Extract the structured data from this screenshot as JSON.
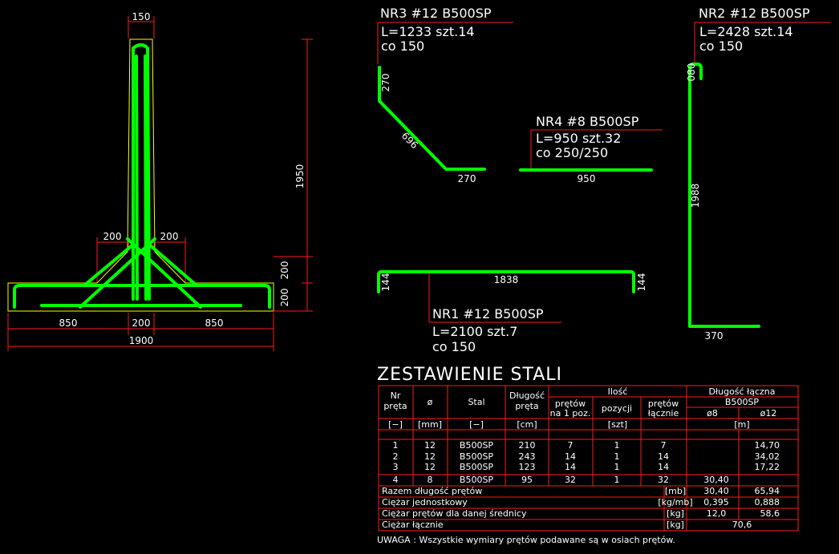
{
  "section": {
    "top_width": "150",
    "height": "1950",
    "haunch_left": "200",
    "haunch_right": "200",
    "dim_200_upper": "200",
    "dim_200_lower": "200",
    "base_left": "850",
    "base_mid": "200",
    "base_right": "850",
    "base_total": "1900"
  },
  "bars": {
    "nr3": {
      "title": "NR3   #12   B500SP",
      "line1": "L=1233   szt.14",
      "line2": "co 150",
      "dim_vert": "270",
      "dim_diag": "696",
      "dim_horiz": "270"
    },
    "nr2": {
      "title": "NR2   #12   B500SP",
      "line1": "L=2428   szt.14",
      "line2": "co 150",
      "dim_hook": "080",
      "dim_vert": "1988",
      "dim_horiz": "370"
    },
    "nr4": {
      "title": "NR4   #8   B500SP",
      "line1": "L=950   szt.32",
      "line2": "co 250/250",
      "dim_horiz": "950"
    },
    "nr1": {
      "title": "NR1   #12   B500SP",
      "line1": "L=2100   szt.7",
      "line2": "co 150",
      "dim_left": "144",
      "dim_mid": "1838",
      "dim_right": "144"
    }
  },
  "table": {
    "title": "ZESTAWIENIE  STALI",
    "h_nr": [
      "Nr",
      "pręta"
    ],
    "h_fi": "ø",
    "h_stal": "Stal",
    "h_dl": [
      "Długość",
      "pręta"
    ],
    "h_ilosc": "Ilość",
    "h_pr1": [
      "prętów",
      "na 1 poz."
    ],
    "h_poz": "pozycji",
    "h_prl": [
      "prętów",
      "łącznie"
    ],
    "h_dlugosc": "Długość łączna",
    "h_grade": "B500SP",
    "h_d8": "ø8",
    "h_d12": "ø12",
    "u_nr": "[−]",
    "u_fi": "[mm]",
    "u_stal": "[−]",
    "u_dl": "[cm]",
    "u_szt": "[szt]",
    "u_m": "[m]",
    "rows": [
      {
        "nr": "1",
        "fi": "12",
        "stal": "B500SP",
        "dl": "210",
        "n1": "7",
        "poz": "1",
        "nl": "7",
        "d8": "",
        "d12": "14,70"
      },
      {
        "nr": "2",
        "fi": "12",
        "stal": "B500SP",
        "dl": "243",
        "n1": "14",
        "poz": "1",
        "nl": "14",
        "d8": "",
        "d12": "34,02"
      },
      {
        "nr": "3",
        "fi": "12",
        "stal": "B500SP",
        "dl": "123",
        "n1": "14",
        "poz": "1",
        "nl": "14",
        "d8": "",
        "d12": "17,22"
      },
      {
        "nr": "4",
        "fi": "8",
        "stal": "B500SP",
        "dl": "95",
        "n1": "32",
        "poz": "1",
        "nl": "32",
        "d8": "30,40",
        "d12": ""
      }
    ],
    "sum_rows": [
      {
        "label": "Razem długość prętów",
        "unit": "[mb]",
        "d8": "30,40",
        "d12": "65,94"
      },
      {
        "label": "Ciężar jednostkowy",
        "unit": "[kg/mb]",
        "d8": "0,395",
        "d12": "0,888"
      },
      {
        "label": "Ciężar prętów dla danej średnicy",
        "unit": "[kg]",
        "d8": "12,0",
        "d12": "58,6"
      },
      {
        "label": "Ciężar łącznie",
        "unit": "[kg]",
        "total": "70,6"
      }
    ],
    "note": "UWAGA :  Wszystkie wymiary prętów podawane są w osiach prętów."
  }
}
